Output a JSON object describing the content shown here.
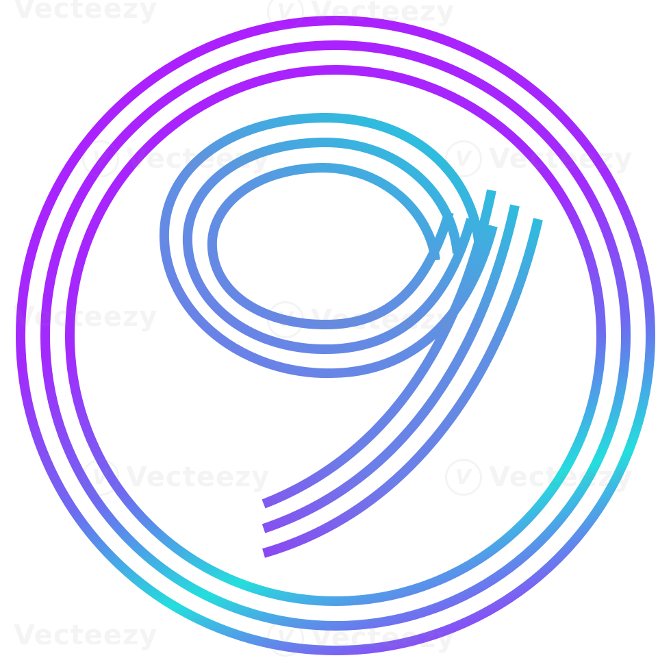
{
  "logo": {
    "glyph": "9",
    "icon": "number-nine-line-art-logo",
    "style": "triple-line gradient monogram inside triple ring",
    "colors": {
      "ring_violet": "#AD1FFF",
      "ring_blue": "#6E6BF0",
      "ring_cyan": "#24DEDD",
      "nine_blue": "#5F92E2",
      "nine_purple": "#8B47F2",
      "nine_cyan": "#2FBCDE",
      "background": "#FFFFFF"
    }
  },
  "watermark": {
    "text": "Vecteezy",
    "logo_letter": "V",
    "icon": "vecteezy-watermark-icon"
  }
}
